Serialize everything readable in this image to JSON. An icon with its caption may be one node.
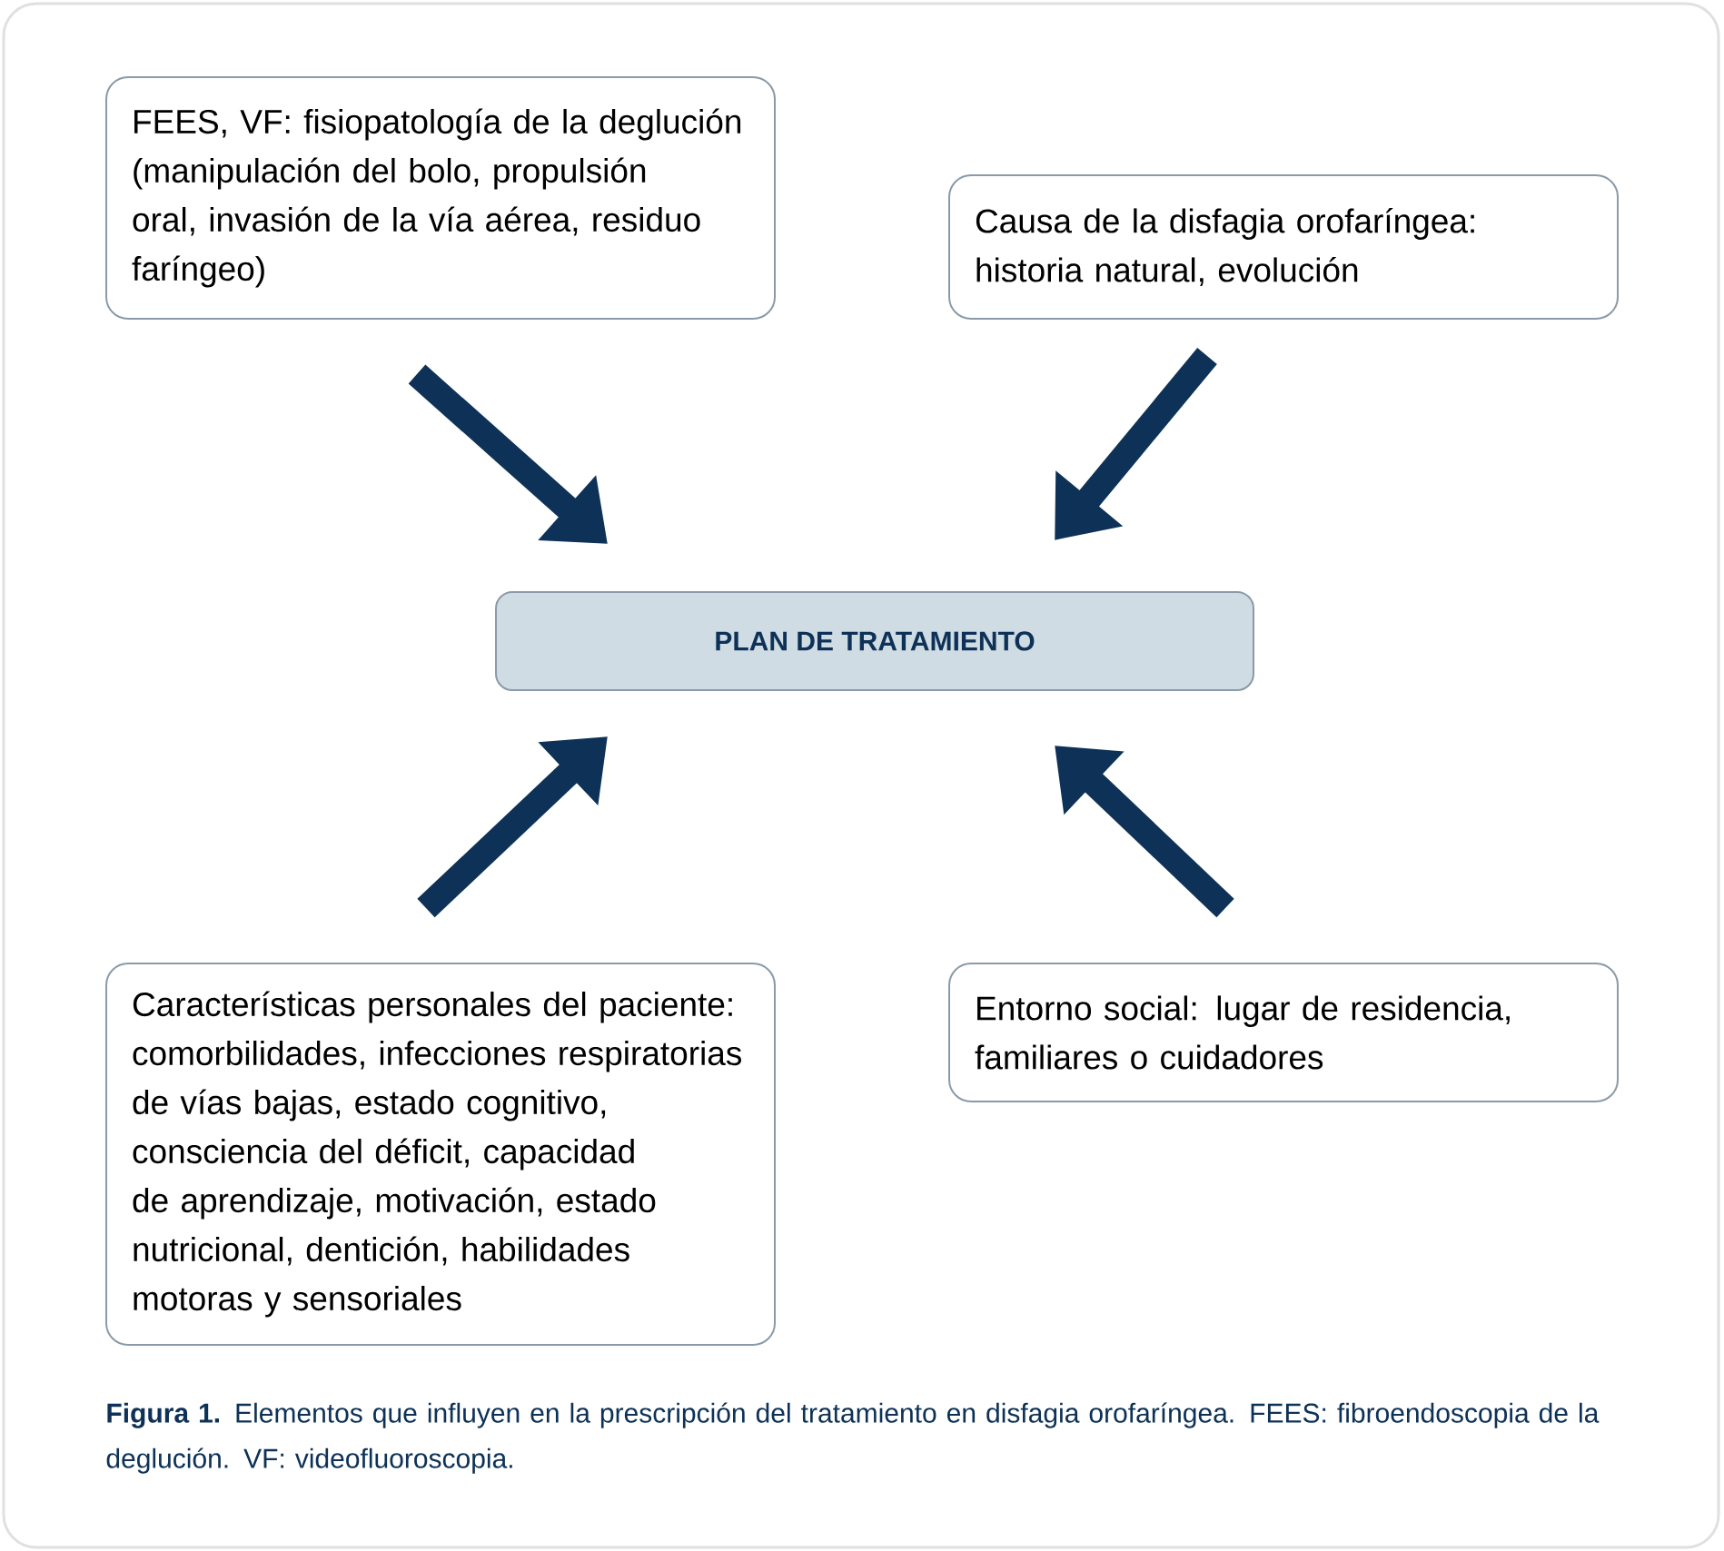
{
  "diagram": {
    "caption": "**Figura 1.** Elementos que influyen en la prescripción del tratamiento en disfagia orofaríngea. FEES: fibroendoscopia de la deglución. VF: videofluoroscopia.",
    "nodes": [
      {
        "text": [
          "FEES, VF: fisiopatología de la deglución (manipulación del bolo, propulsión oral, invasión de la vía aérea, residuo faríngeo)"
        ]
      },
      {
        "text": [
          "Causa de la disfagia orofaríngea: historia natural, evolución"
        ]
      },
      {
        "text": [
          "PLAN DE TRATAMIENTO"
        ]
      },
      {
        "text": [
          "Características personales del paciente: comorbilidades, infecciones respiratorias de vías bajas, estado cognitivo, consciencia del déficit, capacidad de aprendizaje, motivación, estado nutricional, dentición, habilidades motoras y sensoriales"
        ]
      },
      {
        "text": [
          "Entorno social: lugar de residencia, familiares o cuidadores"
        ]
      }
    ],
    "edges": [
      {
        "from": 0,
        "to": 2,
        "arrow": "to"
      },
      {
        "from": 1,
        "to": 2,
        "arrow": "to"
      },
      {
        "from": 3,
        "to": 2,
        "arrow": "to"
      },
      {
        "from": 4,
        "to": 2,
        "arrow": "to"
      }
    ]
  }
}
